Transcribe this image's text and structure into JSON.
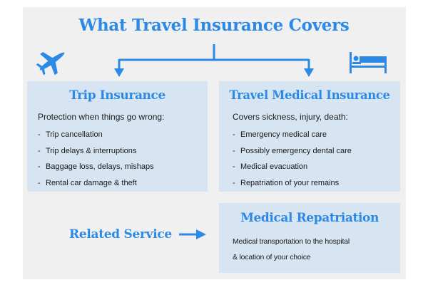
{
  "diagram": {
    "title": "What Travel Insurance Covers",
    "colors": {
      "accent": "#2b8ae6",
      "panel_bg": "#f0f0f0",
      "box_bg": "#d7e5f3",
      "text": "#1a1a1a"
    },
    "icons": {
      "left": "airplane-icon",
      "right": "bed-icon"
    },
    "trip_insurance": {
      "title": "Trip Insurance",
      "intro": "Protection when things go wrong:",
      "items": [
        "Trip cancellation",
        "Trip delays & interruptions",
        "Baggage loss, delays, mishaps",
        "Rental car damage & theft"
      ]
    },
    "travel_medical": {
      "title": "Travel Medical Insurance",
      "intro": "Covers sickness, injury, death:",
      "items": [
        "Emergency medical care",
        "Possibly emergency dental care",
        "Medical evacuation",
        "Repatriation of your remains"
      ]
    },
    "related_service": {
      "label": "Related Service",
      "box_title": "Medical Repatriation",
      "description_line1": "Medical transportation to the hospital",
      "description_line2": "& location of your choice"
    },
    "bullet": "-"
  }
}
